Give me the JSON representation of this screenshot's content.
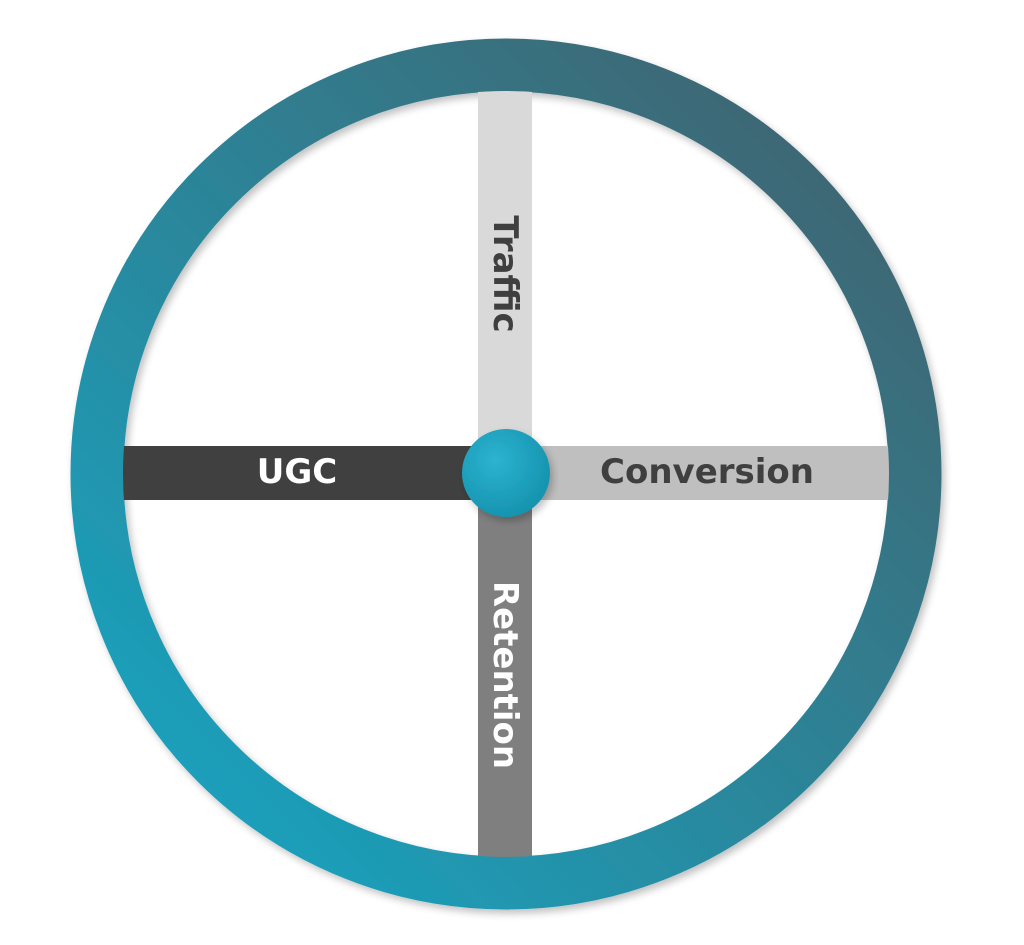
{
  "diagram": {
    "spokes": [
      {
        "id": "top",
        "label": "Traffic",
        "fill": "#d9d9d9",
        "text_color": "#3f3f3f"
      },
      {
        "id": "right",
        "label": "Conversion",
        "fill": "#bfbfbf",
        "text_color": "#3f3f3f"
      },
      {
        "id": "bottom",
        "label": "Retention",
        "fill": "#7f7f7f",
        "text_color": "#ffffff"
      },
      {
        "id": "left",
        "label": "UGC",
        "fill": "#404040",
        "text_color": "#ffffff"
      }
    ],
    "colors": {
      "rim_start": "#16a8c6",
      "rim_end": "#435f69",
      "hub": "#1592ad",
      "hub_highlight": "#2bb3d0"
    }
  }
}
